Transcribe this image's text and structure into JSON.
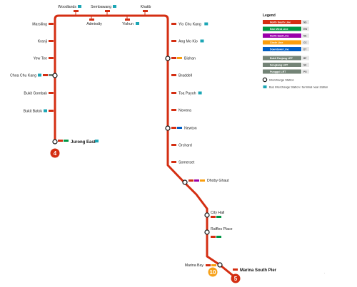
{
  "colors": {
    "line": "#d42e12",
    "ns": "#d42e12",
    "ew": "#009645",
    "ne": "#9900aa",
    "cc": "#fa9e0d",
    "dt": "#005ec4",
    "lrt": "#748477",
    "bus": "#1ba6b5",
    "orange_marker": "#f7a21b"
  },
  "diagram": {
    "start_marker": "4",
    "end_marker": "5",
    "extra_marker": "10"
  },
  "stations": [
    {
      "id": "woodlands",
      "name": "Woodlands",
      "icon": "bus"
    },
    {
      "id": "sembawang",
      "name": "Sembawang",
      "icon": "bus"
    },
    {
      "id": "khatib",
      "name": "Khatib"
    },
    {
      "id": "admiralty",
      "name": "Admiralty"
    },
    {
      "id": "yishun",
      "name": "Yishun",
      "icon": "bus"
    },
    {
      "id": "marsiling",
      "name": "Marsiling"
    },
    {
      "id": "kranji",
      "name": "Kranji"
    },
    {
      "id": "yewtee",
      "name": "Yew Tee"
    },
    {
      "id": "choachukang",
      "name": "Choa Chu Kang",
      "icon": "bus"
    },
    {
      "id": "bukitgombak",
      "name": "Bukit Gombak"
    },
    {
      "id": "bukitbatok",
      "name": "Bukit Batok",
      "icon": "bus"
    },
    {
      "id": "jurongeast",
      "name": "Jurong East",
      "icon": "bus"
    },
    {
      "id": "yiochukang",
      "name": "Yio Chu Kang",
      "icon": "bus"
    },
    {
      "id": "angmokio",
      "name": "Ang Mo Kio",
      "icon": "bus"
    },
    {
      "id": "bishan",
      "name": "Bishan"
    },
    {
      "id": "braddell",
      "name": "Braddell"
    },
    {
      "id": "toapayoh",
      "name": "Toa Payoh",
      "icon": "bus"
    },
    {
      "id": "novena",
      "name": "Novena"
    },
    {
      "id": "newton",
      "name": "Newton"
    },
    {
      "id": "orchard",
      "name": "Orchard"
    },
    {
      "id": "somerset",
      "name": "Somerset"
    },
    {
      "id": "dhobyghaut",
      "name": "Dhoby Ghaut"
    },
    {
      "id": "cityhall",
      "name": "City Hall"
    },
    {
      "id": "rafflesplace",
      "name": "Raffles Place"
    },
    {
      "id": "marinabay",
      "name": "Marina Bay"
    },
    {
      "id": "marinasouthpier",
      "name": "Marina South Pier"
    }
  ],
  "legend": {
    "title": "Legend",
    "lines": [
      {
        "name": "North South Line",
        "code": "NS",
        "color": "#d42e12"
      },
      {
        "name": "East West Line",
        "code": "EW",
        "color": "#009645"
      },
      {
        "name": "North East Line",
        "code": "NE",
        "color": "#9900aa"
      },
      {
        "name": "Circle Line",
        "code": "CC",
        "color": "#fa9e0d"
      },
      {
        "name": "Downtown Line",
        "code": "DT",
        "color": "#005ec4"
      }
    ],
    "lrt": [
      {
        "name": "Bukit Panjang LRT",
        "code": "BP",
        "color": "#748477"
      },
      {
        "name": "Sengkang LRT",
        "code": "SK",
        "color": "#748477"
      },
      {
        "name": "Punggol LRT",
        "code": "PG",
        "color": "#748477"
      }
    ],
    "interchange_label": "Interchange Station",
    "bus_label": "Bus Interchange Station / terminal near station"
  }
}
